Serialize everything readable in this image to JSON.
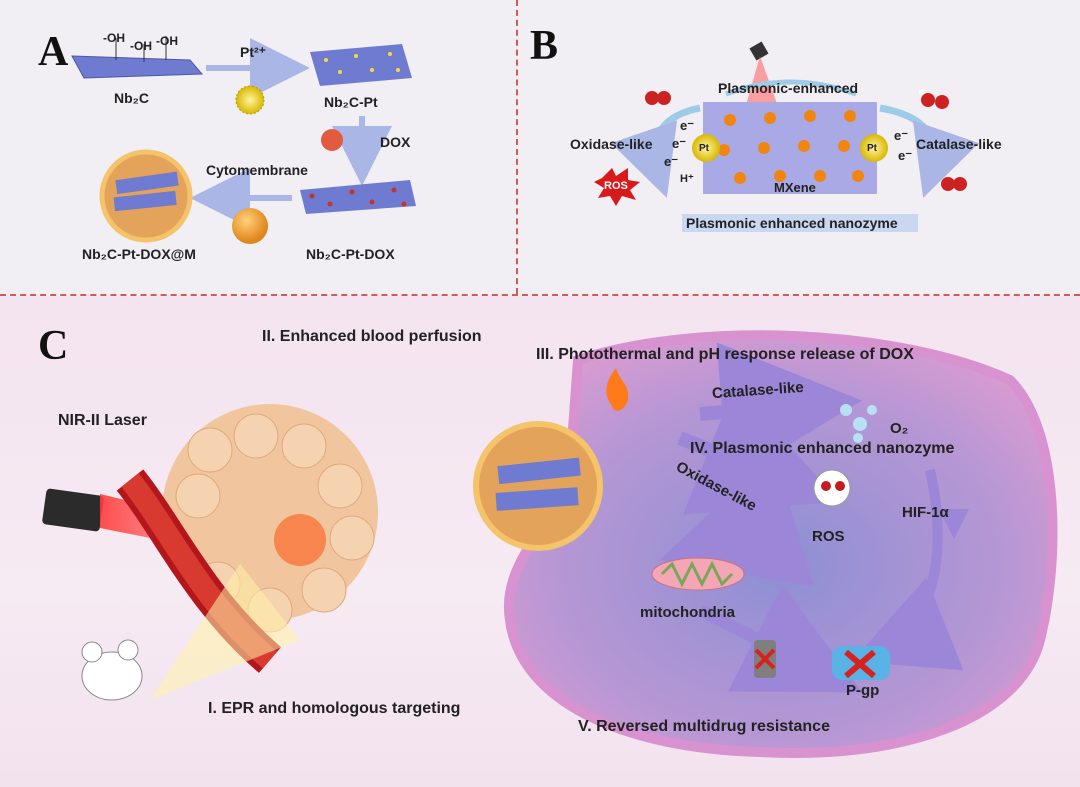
{
  "panel_a": {
    "letter": "A",
    "oh_groups": [
      "-OH",
      "-OH",
      "-OH"
    ],
    "nb2c": "Nb₂C",
    "pt2": "Pt²⁺",
    "nb2c_pt": "Nb₂C-Pt",
    "dox": "DOX",
    "cytomembrane": "Cytomembrane",
    "nb2c_pt_dox": "Nb₂C-Pt-DOX",
    "nb2c_pt_dox_m": "Nb₂C-Pt-DOX@M"
  },
  "panel_b": {
    "letter": "B",
    "plasmonic_enhanced": "Plasmonic-enhanced",
    "oxidase_like": "Oxidase-like",
    "catalase_like": "Catalase-like",
    "electron": "e⁻",
    "pt": "Pt",
    "h_plus": "H⁺",
    "ros": "ROS",
    "mxene": "MXene",
    "caption": "Plasmonic enhanced nanozyme"
  },
  "panel_c": {
    "letter": "C",
    "step1": "I. EPR and homologous targeting",
    "step2": "II. Enhanced blood perfusion",
    "step3": "III. Photothermal and pH response release of DOX",
    "step4": "IV. Plasmonic enhanced nanozyme",
    "step5": "V.  Reversed multidrug resistance",
    "laser": "NIR-II Laser",
    "catalase_like": "Catalase-like",
    "oxidase_like": "Oxidase-like",
    "o2": "O₂",
    "ros": "ROS",
    "hif": "HIF-1α",
    "mitochondria": "mitochondria",
    "pgp": "P-gp"
  },
  "colors": {
    "divider": "#d25a5a",
    "nanosheet": "#6f7bd0",
    "cell": "#c98ac6",
    "arrow": "#9b86d8"
  }
}
